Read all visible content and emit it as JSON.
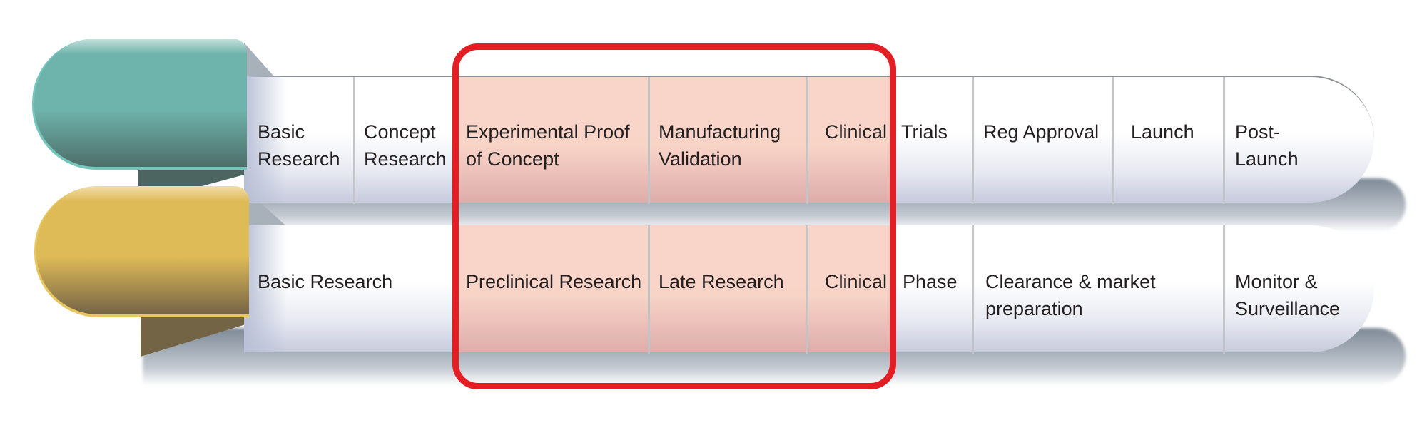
{
  "colors": {
    "row1_tab": "#6fb4ac",
    "row2_tab": "#dfbb57",
    "highlight": "#f8cdbe",
    "highlight_border": "#e31e24"
  },
  "row1": {
    "stages": [
      "Basic",
      "Research",
      "Concept",
      "Research",
      "Experimental Proof",
      "of Concept",
      "Manufacturing",
      "Validation",
      "Clinical",
      "Trials",
      "Reg Approval",
      "Launch",
      "Post-",
      "Launch"
    ]
  },
  "row2": {
    "stages": [
      "Basic Research",
      "Preclinical Research",
      "Late Research",
      "Clinical",
      "Phase",
      "Clearance & market",
      "preparation",
      "Monitor &",
      "Surveillance"
    ]
  }
}
